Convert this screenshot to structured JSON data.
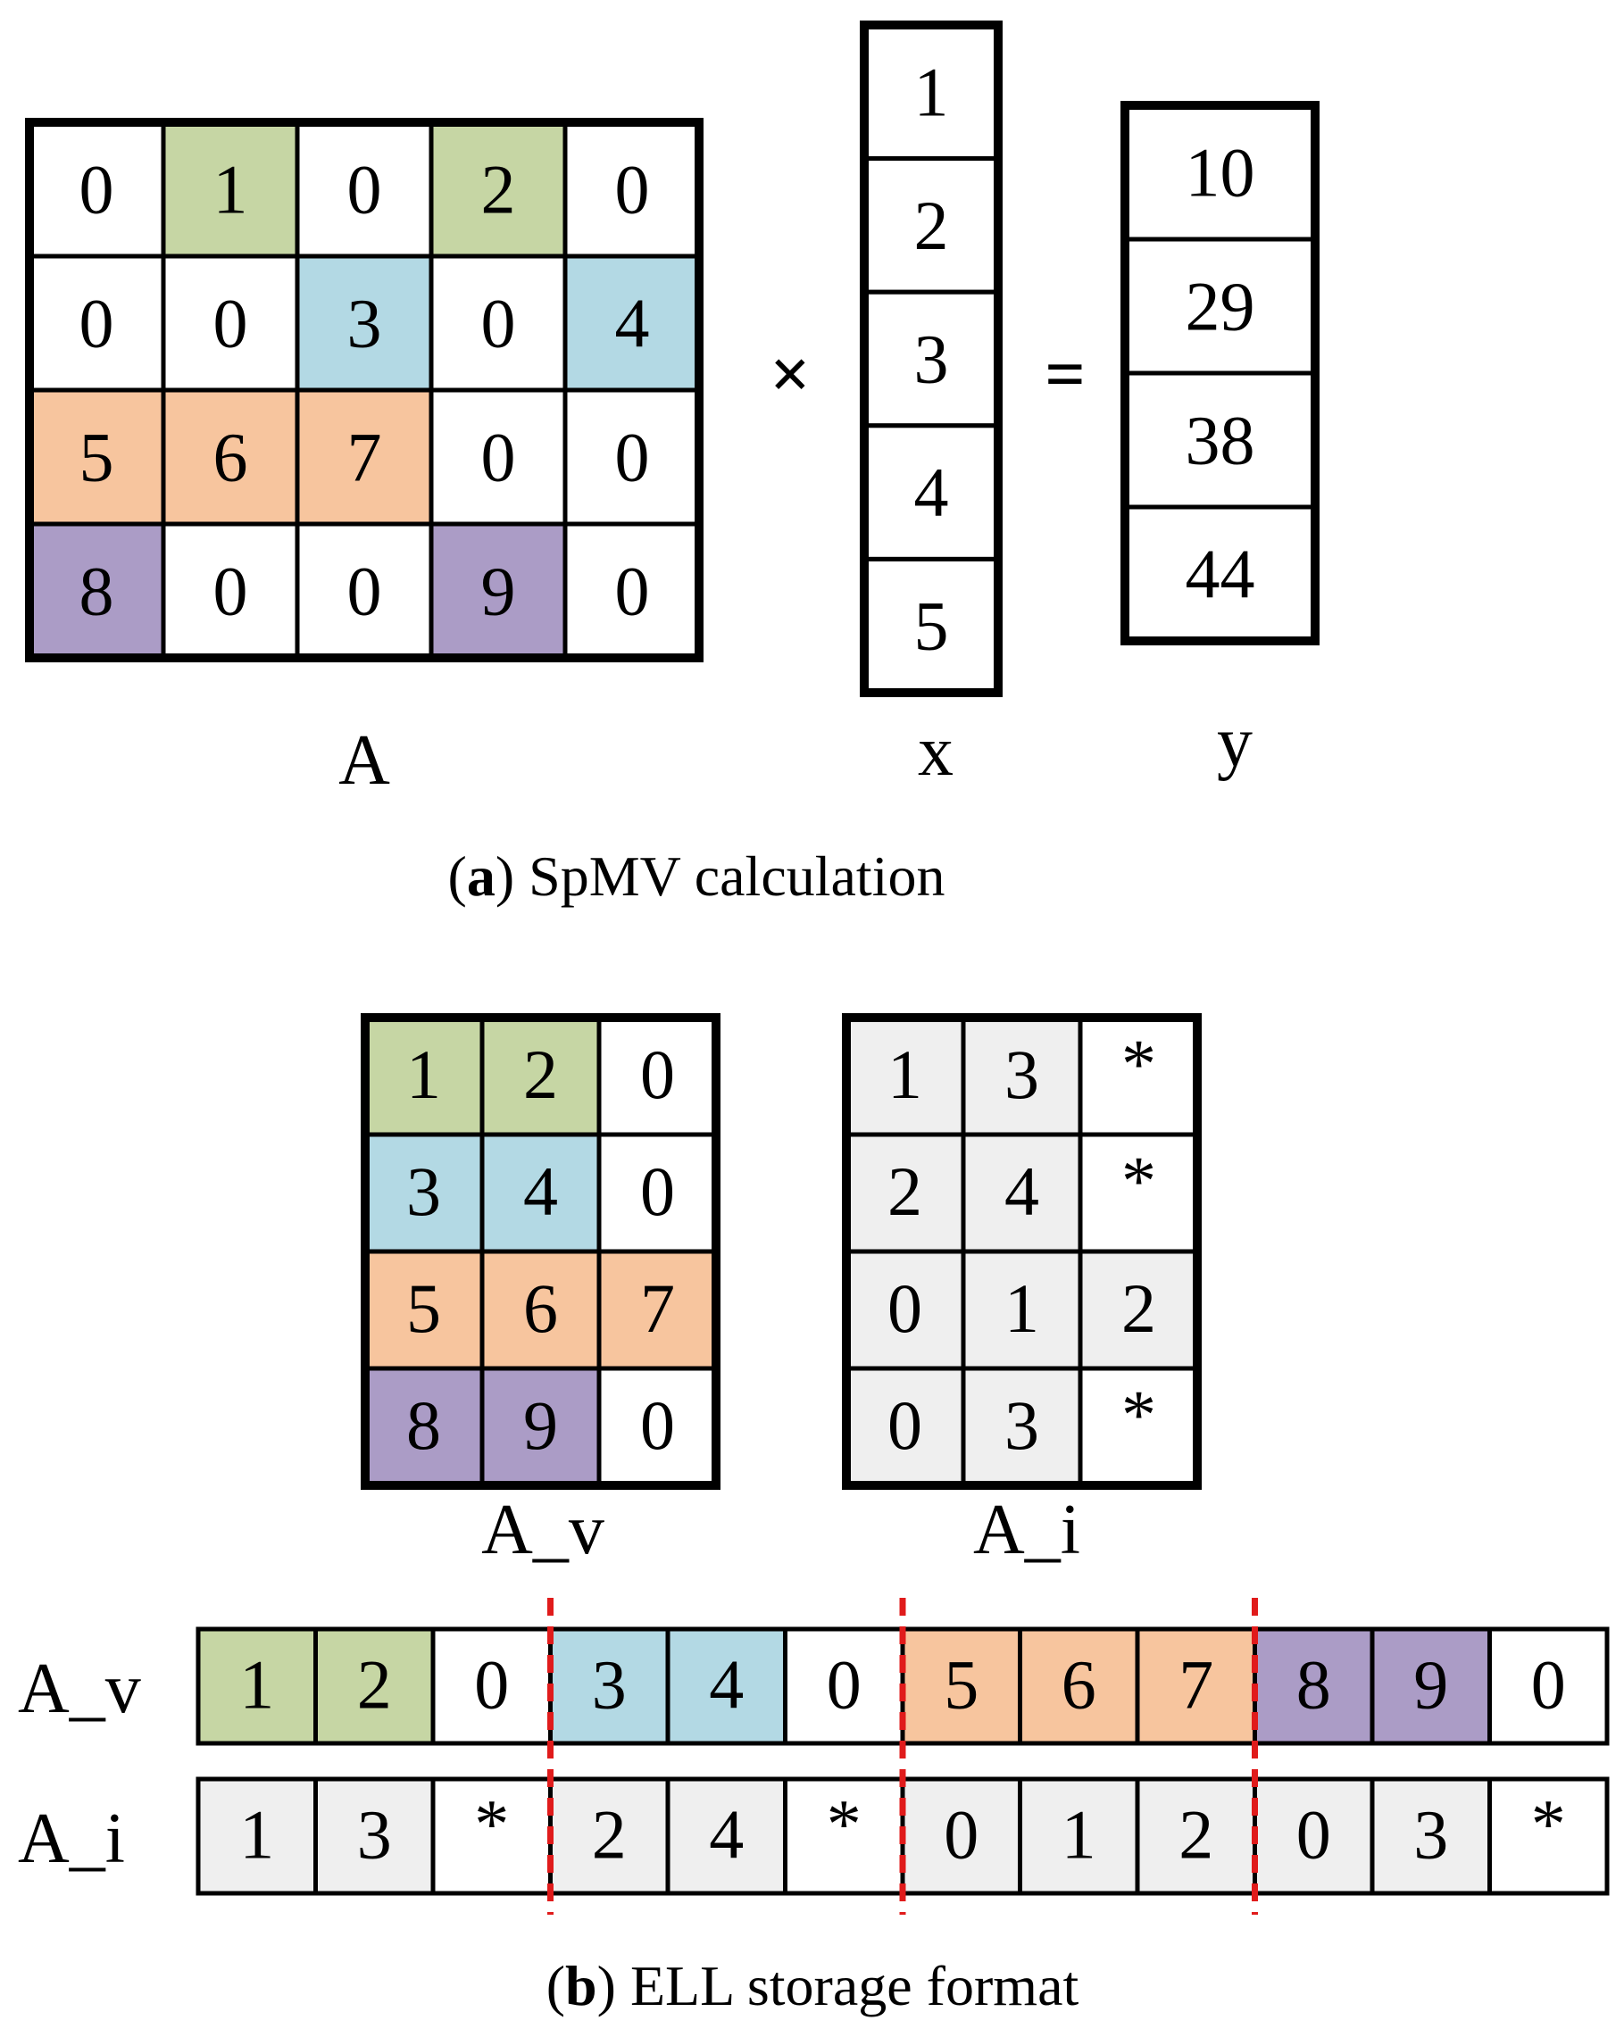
{
  "colors": {
    "green": "#c6d6a4",
    "blue": "#b3d9e4",
    "orange": "#f7c59e",
    "purple": "#ab9cc6",
    "gray": "#efefef",
    "white": "#ffffff",
    "separator": "#e01b1b"
  },
  "matrix_A": {
    "label": "A",
    "rows": [
      [
        "0",
        "1",
        "0",
        "2",
        "0"
      ],
      [
        "0",
        "0",
        "3",
        "0",
        "4"
      ],
      [
        "5",
        "6",
        "7",
        "0",
        "0"
      ],
      [
        "8",
        "0",
        "0",
        "9",
        "0"
      ]
    ],
    "fills": [
      [
        "white",
        "green",
        "white",
        "green",
        "white"
      ],
      [
        "white",
        "white",
        "blue",
        "white",
        "blue"
      ],
      [
        "orange",
        "orange",
        "orange",
        "white",
        "white"
      ],
      [
        "purple",
        "white",
        "white",
        "purple",
        "white"
      ]
    ]
  },
  "operator_times": "×",
  "operator_equals": "=",
  "vector_x": {
    "label": "x",
    "values": [
      "1",
      "2",
      "3",
      "4",
      "5"
    ]
  },
  "vector_y": {
    "label": "y",
    "values": [
      "10",
      "29",
      "38",
      "44"
    ]
  },
  "caption_a": {
    "tag": "a",
    "text": "SpMV calculation"
  },
  "matrix_Av": {
    "label": "A_v",
    "rows": [
      [
        "1",
        "2",
        "0"
      ],
      [
        "3",
        "4",
        "0"
      ],
      [
        "5",
        "6",
        "7"
      ],
      [
        "8",
        "9",
        "0"
      ]
    ],
    "fills": [
      [
        "green",
        "green",
        "white"
      ],
      [
        "blue",
        "blue",
        "white"
      ],
      [
        "orange",
        "orange",
        "orange"
      ],
      [
        "purple",
        "purple",
        "white"
      ]
    ]
  },
  "matrix_Ai": {
    "label": "A_i",
    "rows": [
      [
        "1",
        "3",
        "*"
      ],
      [
        "2",
        "4",
        "*"
      ],
      [
        "0",
        "1",
        "2"
      ],
      [
        "0",
        "3",
        "*"
      ]
    ],
    "fills": [
      [
        "gray",
        "gray",
        "white"
      ],
      [
        "gray",
        "gray",
        "white"
      ],
      [
        "gray",
        "gray",
        "gray"
      ],
      [
        "gray",
        "gray",
        "white"
      ]
    ]
  },
  "array_Av": {
    "label": "A_v",
    "values": [
      "1",
      "2",
      "0",
      "3",
      "4",
      "0",
      "5",
      "6",
      "7",
      "8",
      "9",
      "0"
    ],
    "fills": [
      "green",
      "green",
      "white",
      "blue",
      "blue",
      "white",
      "orange",
      "orange",
      "orange",
      "purple",
      "purple",
      "white"
    ]
  },
  "array_Ai": {
    "label": "A_i",
    "values": [
      "1",
      "3",
      "*",
      "2",
      "4",
      "*",
      "0",
      "1",
      "2",
      "0",
      "3",
      "*"
    ],
    "fills": [
      "gray",
      "gray",
      "white",
      "gray",
      "gray",
      "white",
      "gray",
      "gray",
      "gray",
      "gray",
      "gray",
      "white"
    ]
  },
  "caption_b": {
    "tag": "b",
    "text": "ELL storage format"
  }
}
